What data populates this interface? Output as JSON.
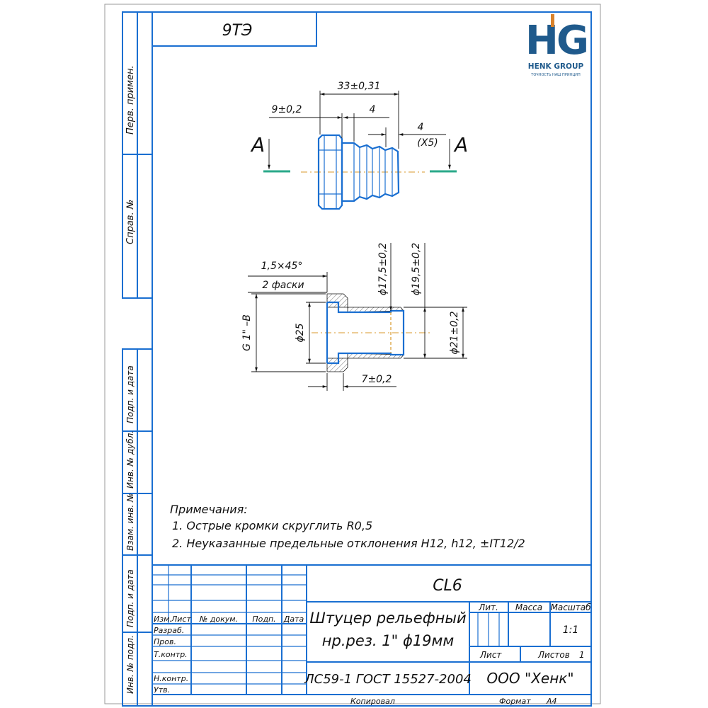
{
  "stamp": {
    "code": "9ТЭ",
    "material_mark": "СL6"
  },
  "logo": {
    "brand": "HENK GROUP",
    "slogan": "ТОЧНОСТЬ НАШ ПРИНЦИП",
    "colors": {
      "blue": "#1f5a8c",
      "orange": "#d9822b"
    }
  },
  "side_labels": [
    "Перв. примен.",
    "Справ. №",
    "Подп. и дата",
    "Инв. № дубл.",
    "Взам. инв. №",
    "Подп. и дата",
    "Инв. № подл."
  ],
  "view_a": {
    "section_letter": "А",
    "dims": {
      "total": "33±0,31",
      "head": "9±0,2",
      "groove": "4",
      "end": "4",
      "count": "(X5)"
    }
  },
  "view_b": {
    "dims": {
      "chamfer": "1,5×45°",
      "chamfer_note": "2 фаски",
      "thread": "G 1\" –B",
      "d25": "ϕ25",
      "d175": "ϕ17,5±0,2",
      "d195": "ϕ19,5±0,2",
      "d21": "ϕ21±0,2",
      "len7": "7±0,2"
    }
  },
  "notes": {
    "title": "Примечания:",
    "items": [
      "1. Острые кромки скруглить R0,5",
      "2. Неуказанные предельные отклонения H12, h12, ±IT12/2"
    ]
  },
  "title_block": {
    "headers": {
      "izm": "Изм.",
      "list": "Лист",
      "doc": "№ докум.",
      "sign": "Подп.",
      "date": "Дата"
    },
    "roles": [
      "Разраб.",
      "Пров.",
      "Т.контр.",
      "",
      "Н.контр.",
      "Утв."
    ],
    "name_line1": "Штуцер рельефный",
    "name_line2": "нр.рез. 1\" ϕ19мм",
    "material": "ЛС59-1 ГОСТ 15527-2004",
    "company": "ООО \"Хенк\"",
    "lit": "Лит.",
    "mass": "Масса",
    "scale_label": "Масштаб",
    "scale": "1:1",
    "sheet_label": "Лист",
    "sheets_label": "Листов",
    "sheets": "1",
    "copied": "Копировал",
    "format_label": "Формат",
    "format": "А4"
  }
}
